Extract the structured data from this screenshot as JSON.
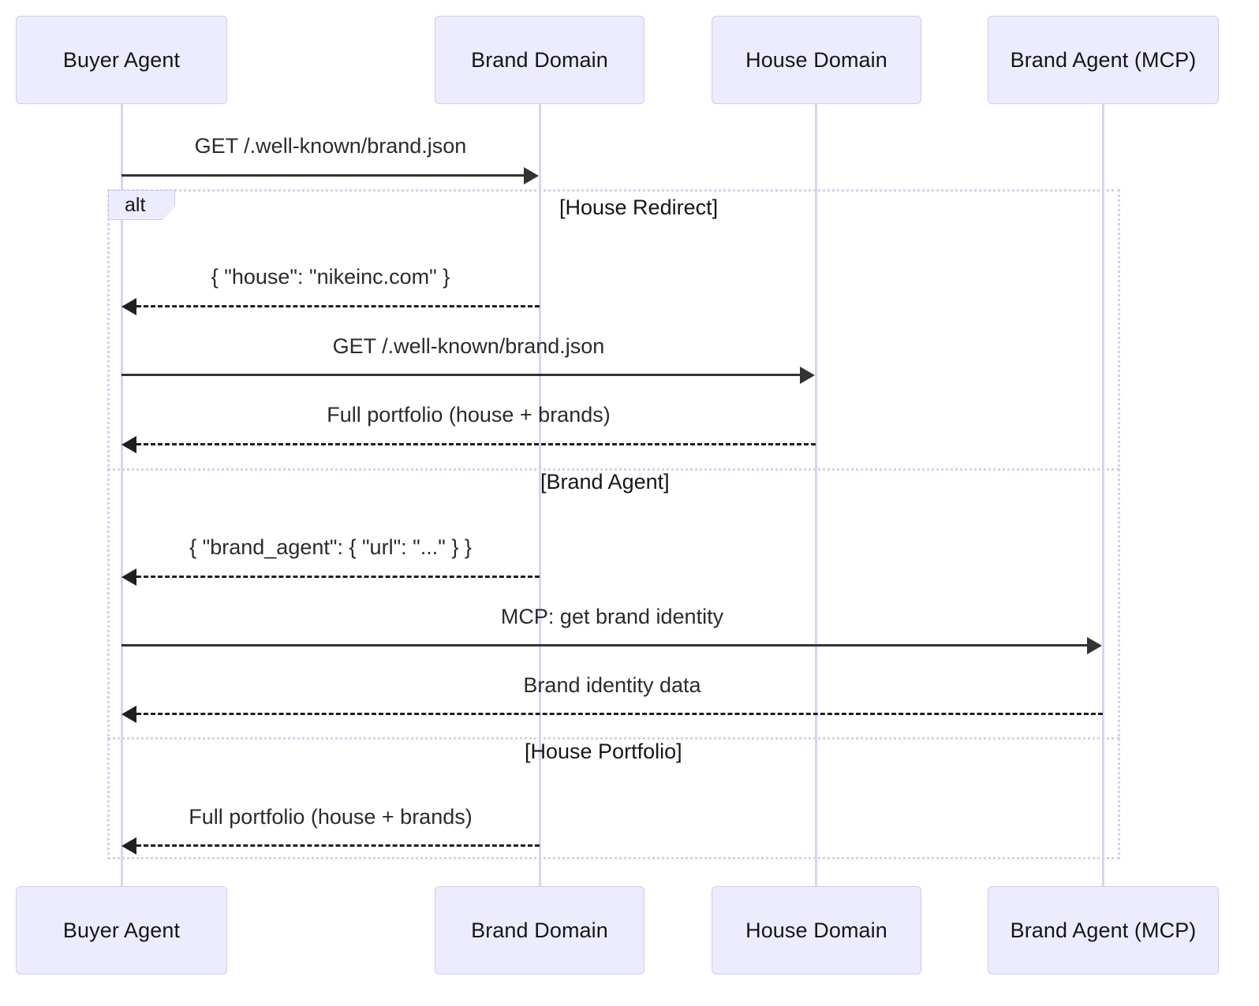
{
  "diagram": {
    "type": "sequence-diagram",
    "colors": {
      "participant_fill": "#ECECFE",
      "participant_stroke": "#cfcbf3",
      "lifeline": "#d9d4f6",
      "frame_border": "#d6d0f4",
      "arrow": "#333333",
      "text": "#161616",
      "background": "#ffffff"
    },
    "participants": [
      {
        "id": "buyer",
        "label": "Buyer Agent"
      },
      {
        "id": "brand-domain",
        "label": "Brand Domain"
      },
      {
        "id": "house-domain",
        "label": "House Domain"
      },
      {
        "id": "brand-agent",
        "label": "Brand Agent (MCP)"
      }
    ],
    "fragment": {
      "kind": "alt",
      "operator_label": "alt",
      "sections": [
        {
          "label": "[House Redirect]"
        },
        {
          "label": "[Brand Agent]"
        },
        {
          "label": "[House Portfolio]"
        }
      ]
    },
    "messages": [
      {
        "id": "m1",
        "text": "GET /.well-known/brand.json",
        "from": "buyer",
        "to": "brand-domain",
        "style": "solid",
        "direction": "right"
      },
      {
        "id": "m2",
        "text": "{ \"house\": \"nikeinc.com\" }",
        "from": "brand-domain",
        "to": "buyer",
        "style": "dashed",
        "direction": "left"
      },
      {
        "id": "m3",
        "text": "GET /.well-known/brand.json",
        "from": "buyer",
        "to": "house-domain",
        "style": "solid",
        "direction": "right"
      },
      {
        "id": "m4",
        "text": "Full portfolio (house + brands)",
        "from": "house-domain",
        "to": "buyer",
        "style": "dashed",
        "direction": "left"
      },
      {
        "id": "m5",
        "text": "{ \"brand_agent\": { \"url\": \"...\" } }",
        "from": "brand-domain",
        "to": "buyer",
        "style": "dashed",
        "direction": "left"
      },
      {
        "id": "m6",
        "text": "MCP: get brand identity",
        "from": "buyer",
        "to": "brand-agent",
        "style": "solid",
        "direction": "right"
      },
      {
        "id": "m7",
        "text": "Brand identity data",
        "from": "brand-agent",
        "to": "buyer",
        "style": "dashed",
        "direction": "left"
      },
      {
        "id": "m8",
        "text": "Full portfolio (house + brands)",
        "from": "brand-domain",
        "to": "buyer",
        "style": "dashed",
        "direction": "left"
      }
    ]
  }
}
